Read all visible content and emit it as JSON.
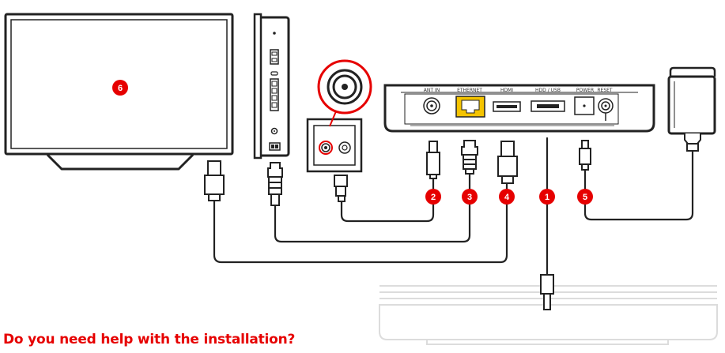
{
  "colors": {
    "accent": "#e60000",
    "line": "#222222",
    "ethernet": "#f5c400",
    "faint": "#dcdcdc"
  },
  "set_top_box": {
    "port_labels": {
      "ant_in": "ANT IN",
      "ethernet": "ETHERNET",
      "hdmi": "HDMI",
      "hdd_usb": "HDD / USB",
      "power": "POWER",
      "reset": "RESET"
    }
  },
  "badges": {
    "tv": "6",
    "antenna": "2",
    "ethernet": "3",
    "hdmi": "4",
    "usb": "1",
    "power": "5"
  },
  "help": {
    "heading": "Do you need help with the installation?"
  }
}
